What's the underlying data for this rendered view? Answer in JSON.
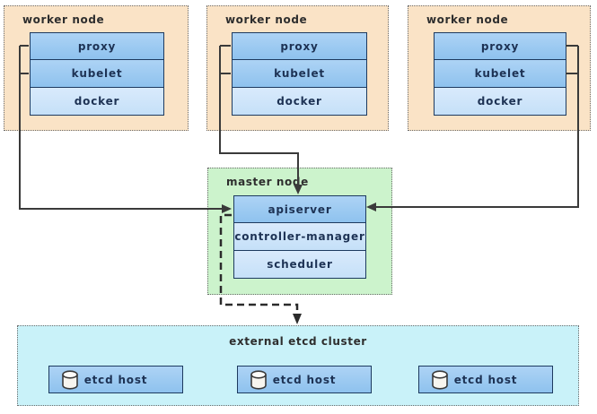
{
  "worker_nodes": [
    {
      "label": "worker node",
      "components": [
        "proxy",
        "kubelet",
        "docker"
      ]
    },
    {
      "label": "worker node",
      "components": [
        "proxy",
        "kubelet",
        "docker"
      ]
    },
    {
      "label": "worker node",
      "components": [
        "proxy",
        "kubelet",
        "docker"
      ]
    }
  ],
  "master_node": {
    "label": "master node",
    "components": [
      "apiserver",
      "controller-manager",
      "scheduler"
    ]
  },
  "etcd_cluster": {
    "label": "external etcd cluster",
    "hosts": [
      {
        "icon": "database-cylinder-icon",
        "label": "etcd host"
      },
      {
        "icon": "database-cylinder-icon",
        "label": "etcd host"
      },
      {
        "icon": "database-cylinder-icon",
        "label": "etcd host"
      }
    ]
  },
  "colors": {
    "worker_bg": "#fae3c6",
    "master_bg": "#ccf3cc",
    "etcd_bg": "#c9f2f9",
    "box_blue": "#8ec2ee",
    "box_blue_light": "#c5e0f8",
    "box_border": "#1d3a5f",
    "line": "#3a3a3a"
  }
}
